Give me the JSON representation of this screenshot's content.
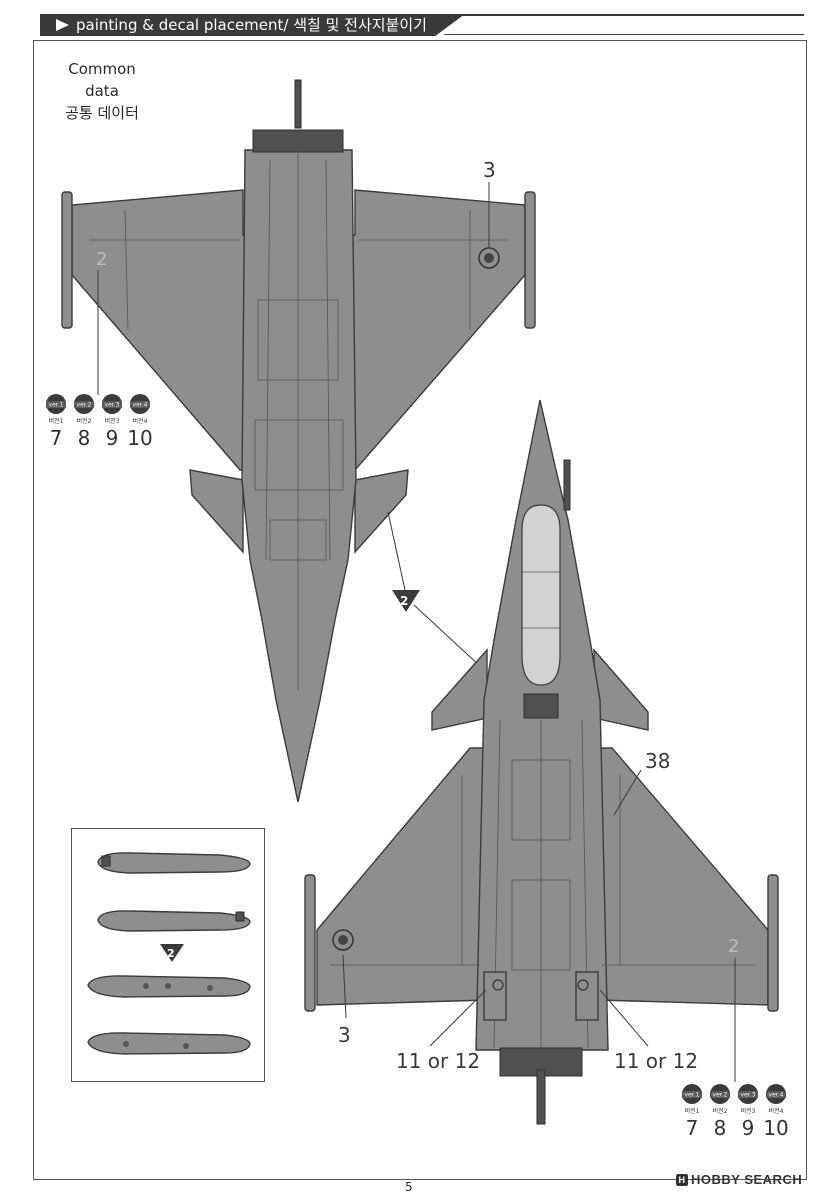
{
  "header": {
    "title": "painting & decal placement/ 색칠 및 전사지붙이기"
  },
  "common": {
    "en": "Common data",
    "ko": "공통 데이터"
  },
  "versions": {
    "badges": [
      "ver.1",
      "ver.2",
      "ver.3",
      "ver.4"
    ],
    "labels": [
      "버전1",
      "버전2",
      "버전3",
      "버전4"
    ],
    "numbers": [
      "7",
      "8",
      "9",
      "10"
    ]
  },
  "callouts": {
    "top_roundel": "3",
    "bottom_roundel_left": "3",
    "wing_mark": "38",
    "tail_left": "11 or 12",
    "tail_right": "11 or 12",
    "step": "2",
    "inset_step": "2",
    "wing_code_top": "2",
    "wing_code_bottom": "2"
  },
  "page": {
    "number": "5"
  },
  "watermark": {
    "text": "HOBBY SEARCH",
    "icon": "H"
  }
}
